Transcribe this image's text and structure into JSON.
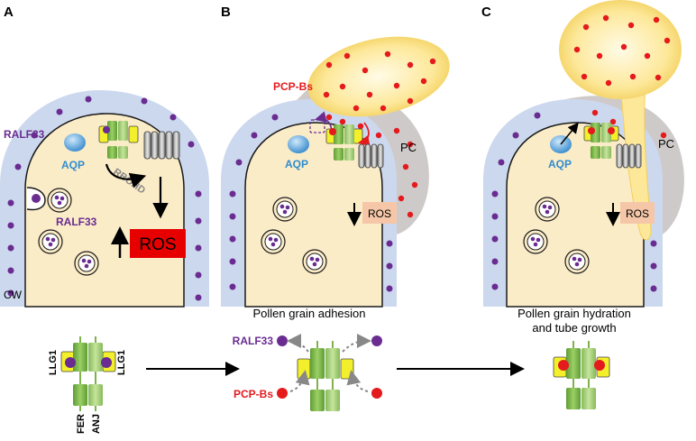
{
  "panels": {
    "a": {
      "letter": "A",
      "ralf_top": "RALF33",
      "ralf_mid": "RALF33",
      "aqp": "AQP",
      "rbohd": "RBOHD",
      "ros": "ROS",
      "cw": "CW"
    },
    "b": {
      "letter": "B",
      "pcp": "PCP-Bs",
      "pc": "PC",
      "aqp": "AQP",
      "ros": "ROS",
      "caption": "Pollen grain adhesion"
    },
    "c": {
      "letter": "C",
      "pc": "PC",
      "aqp": "AQP",
      "ros": "ROS",
      "caption_line1": "Pollen grain hydration",
      "caption_line2": "and tube growth"
    }
  },
  "bottom": {
    "llg1_left": "LLG1",
    "llg1_right": "LLG1",
    "fer": "FER",
    "anj": "ANJ",
    "ralf": "RALF33",
    "pcp": "PCP-Bs"
  },
  "colors": {
    "cell_wall": "#ccd8ee",
    "cytoplasm": "#fbecc8",
    "ralf": "#6a2c91",
    "pcp": "#e41a1c",
    "receptor_green": "#7fb24d",
    "llg1_yellow": "#f3ef2a",
    "pollen": "#fde89a",
    "pc_gray": "#cfcaca",
    "ros_box": "#f5c7a8",
    "ros_red": "#e60000",
    "aqp_blue": "#5aaee4"
  }
}
